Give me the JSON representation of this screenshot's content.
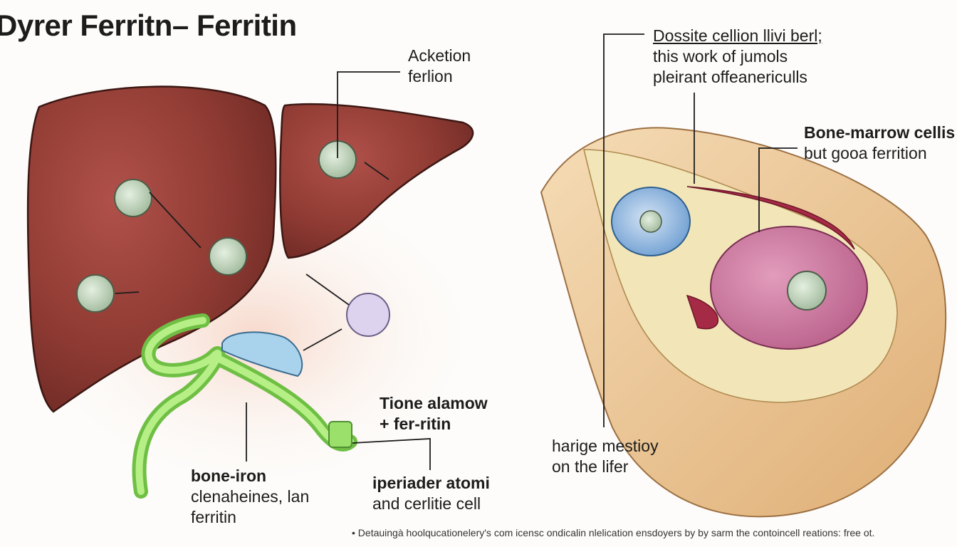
{
  "title": "Dyrer Ferritn– Ferritin",
  "labels": {
    "acketion": {
      "line1": "Acketion",
      "line2": "ferlion"
    },
    "dossit": {
      "line1": "Dossitе cellion llivi berl;",
      "line2": "this work of jumols",
      "line3": "pleirant offeanericulls"
    },
    "bone_marrow": {
      "line1": "Bone-marrow cellis",
      "line2": "but gooа ferrition"
    },
    "tione": {
      "line1": "Tione alamow",
      "line2": "+ fer-ritin"
    },
    "bone_iron": {
      "line1": "bone-iron",
      "line2": "clenaheines, lan",
      "line3": "ferritin"
    },
    "iperiader": {
      "line1": "iperiader atomi",
      "line2": "and cеrlitie cell"
    },
    "harige": {
      "line1": "harige mestioy",
      "line2": "on the lifer"
    }
  },
  "footer": "• Detauingà hoolqucationelery's com icensc ondicalin nlelication ensdoyers by by sarm the contoincell reations: free ot.",
  "colors": {
    "liver": "#8f3b33",
    "liver_shadow": "#6e2a25",
    "ferritin_particle": "#cfe0c8",
    "bile_duct": "#9be06a",
    "gallbladder": "#a9d3ec",
    "tissue_outer": "#e8bf8c",
    "marrow_cell": "#cf7aa0",
    "lipid_cell": "#9ec0e3"
  }
}
